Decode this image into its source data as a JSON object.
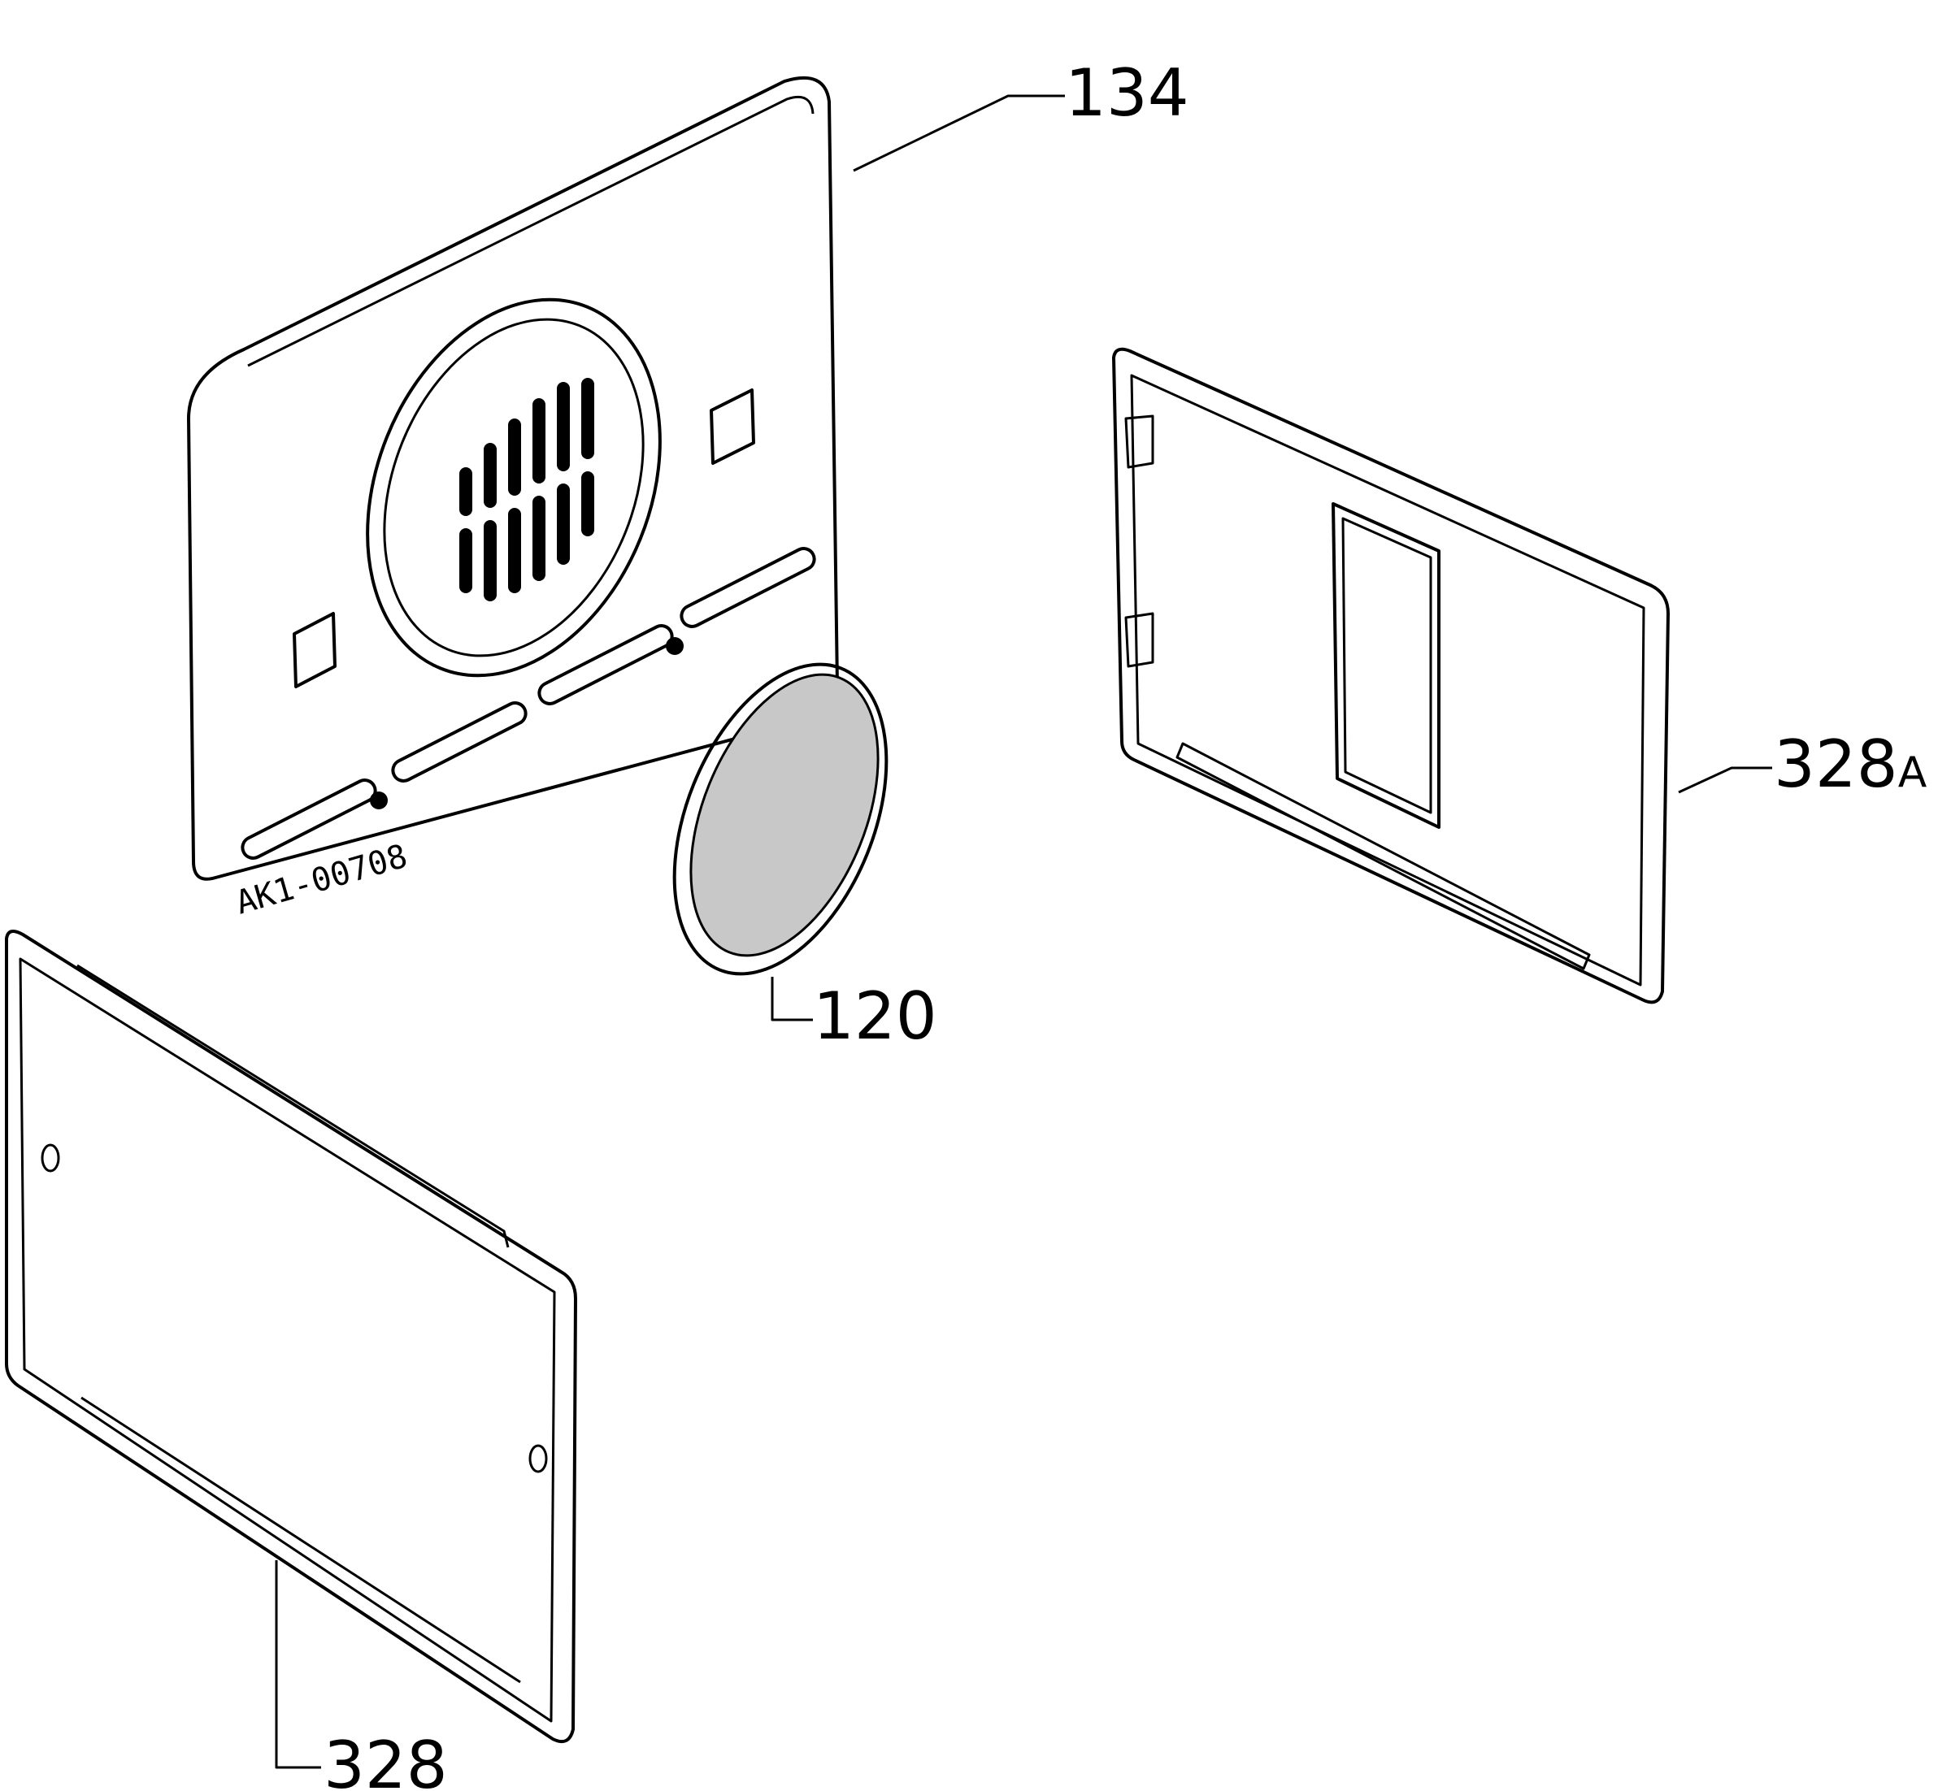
{
  "labels": {
    "part_134": "134",
    "part_120": "120",
    "part_328a_num": "328",
    "part_328a_suffix": "A",
    "part_328": "328",
    "drawing_number": "AK1-00708"
  },
  "colors": {
    "ink": "#000000",
    "paper": "#ffffff"
  }
}
